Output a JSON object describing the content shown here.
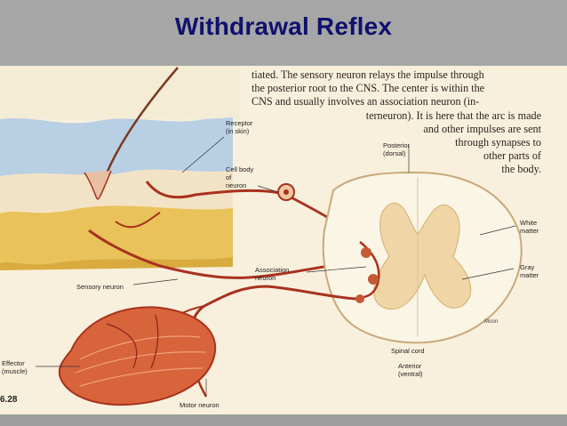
{
  "slide": {
    "title": "Withdrawal Reflex"
  },
  "paragraph": {
    "lines": [
      "tiated. The sensory neuron relays the impulse through",
      "the posterior root to the CNS. The center is within the",
      "CNS and usually involves an association neuron (in-",
      "terneuron). It is here that the arc is made",
      "and other impulses are sent",
      "through synapses to",
      "other parts of",
      "the body."
    ]
  },
  "labels": {
    "receptor": "Receptor\n(in skin)",
    "cell_body": "Cell body\nof\nneuron",
    "posterior": "Posterior\n(dorsal)",
    "white_matter": "White\nmatter",
    "gray_matter": "Gray\nmatter",
    "sensory_neuron": "Sensory neuron",
    "association_neuron": "Association\nneuron",
    "moon": "Moon",
    "spinal_cord": "Spinal cord",
    "anterior": "Anterior\n(ventral)",
    "effector": "Effector\n(muscle)",
    "motor_neuron": "Motor neuron",
    "figure_number": "6.28"
  },
  "colors": {
    "title_text": "#10106e",
    "nerve": "#a8321e",
    "muscle": "#d8643c",
    "skin": "#b8cfe4",
    "fat": "#e9c35a",
    "cord_white": "#fbf5e6",
    "cord_gray": "#f0d6a6"
  }
}
